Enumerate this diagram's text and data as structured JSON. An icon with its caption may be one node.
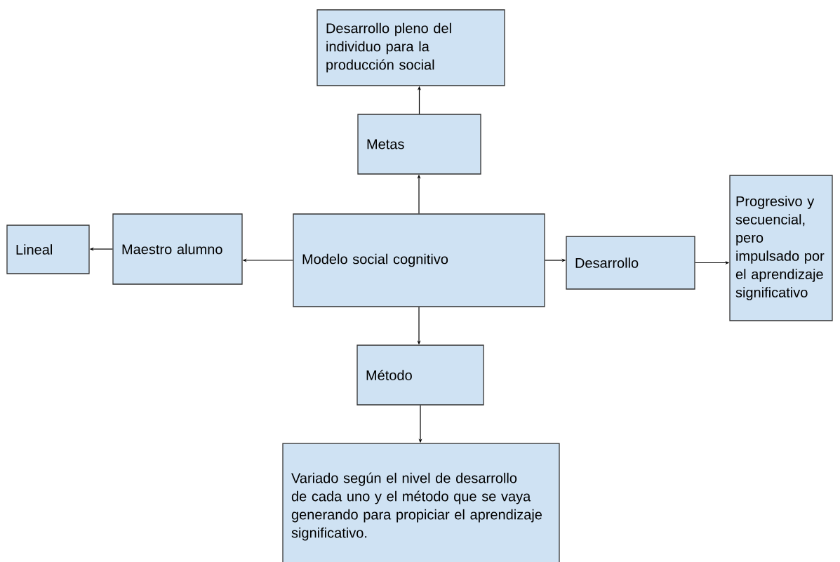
{
  "diagram": {
    "nodes": [
      {
        "text": [
          "Desarrollo pleno del individuo para la producción social"
        ]
      },
      {
        "text": [
          "Metas"
        ]
      },
      {
        "text": [
          "Modelo social cognitivo"
        ]
      },
      {
        "text": [
          "Maestro alumno"
        ]
      },
      {
        "text": [
          "Lineal"
        ]
      },
      {
        "text": [
          "Desarrollo"
        ]
      },
      {
        "text": [
          "Progresivo y secuencial, pero impulsado por el aprendizaje significativo"
        ]
      },
      {
        "text": [
          "Método"
        ]
      },
      {
        "text": [
          "Variado según el nivel de desarrollo de cada uno y el método que se vaya generando para propiciar el aprendizaje significativo."
        ]
      }
    ],
    "edges": [
      {
        "from": 2,
        "to": 1,
        "arrow": "to"
      },
      {
        "from": 1,
        "to": 0,
        "arrow": "to"
      },
      {
        "from": 2,
        "to": 3,
        "arrow": "to"
      },
      {
        "from": 3,
        "to": 4,
        "arrow": "to"
      },
      {
        "from": 2,
        "to": 5,
        "arrow": "to"
      },
      {
        "from": 5,
        "to": 6,
        "arrow": "to"
      },
      {
        "from": 2,
        "to": 7,
        "arrow": "to"
      },
      {
        "from": 7,
        "to": 8,
        "arrow": "to"
      }
    ]
  }
}
